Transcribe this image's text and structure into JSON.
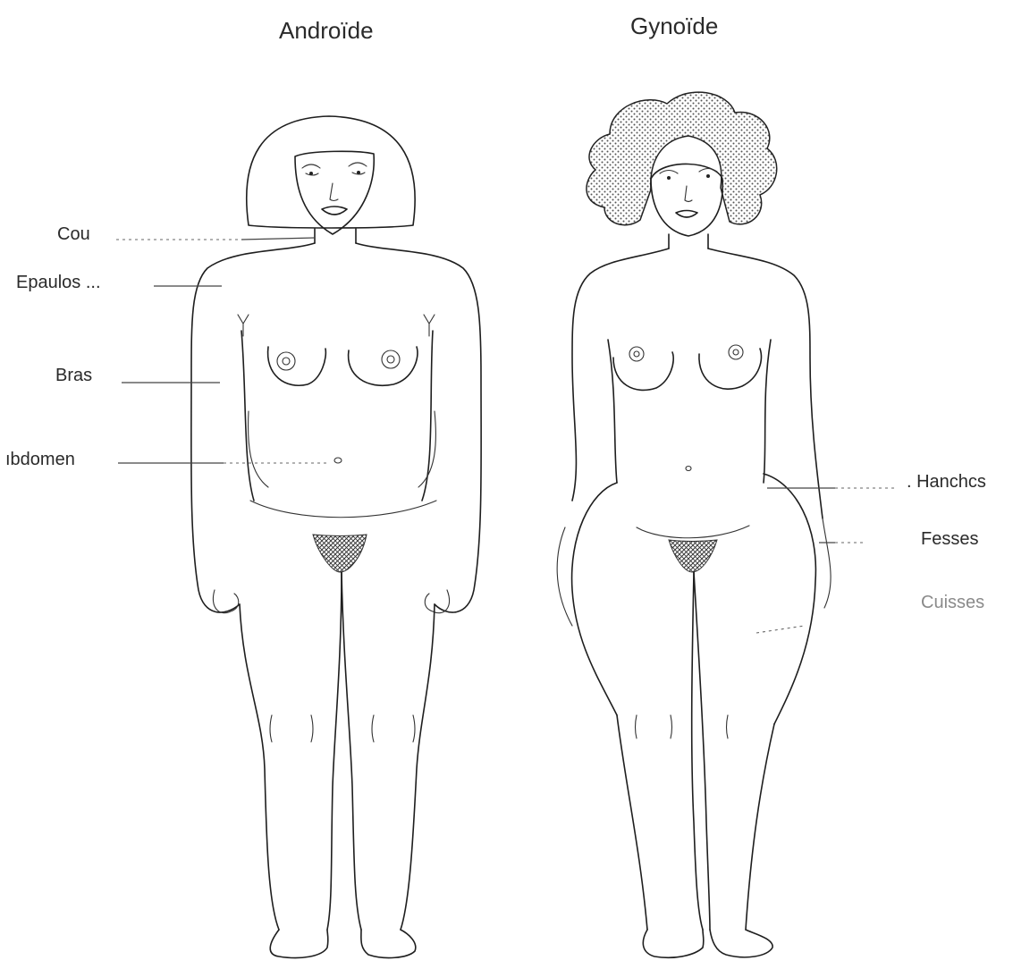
{
  "titles": {
    "android": "Androïde",
    "gynoid": "Gynoïde"
  },
  "labels": {
    "cou": "Cou",
    "epaules": "Epaulos ...",
    "bras": "Bras",
    "abdomen": "ıbdomen",
    "hanches": ". Hanchcs",
    "fesses": "Fesses",
    "cuisses": "Cuisses"
  },
  "colors": {
    "line": "#1e1e1e",
    "text": "#2a2a2a",
    "faint_text": "#8a8a8a",
    "background": "#ffffff"
  }
}
